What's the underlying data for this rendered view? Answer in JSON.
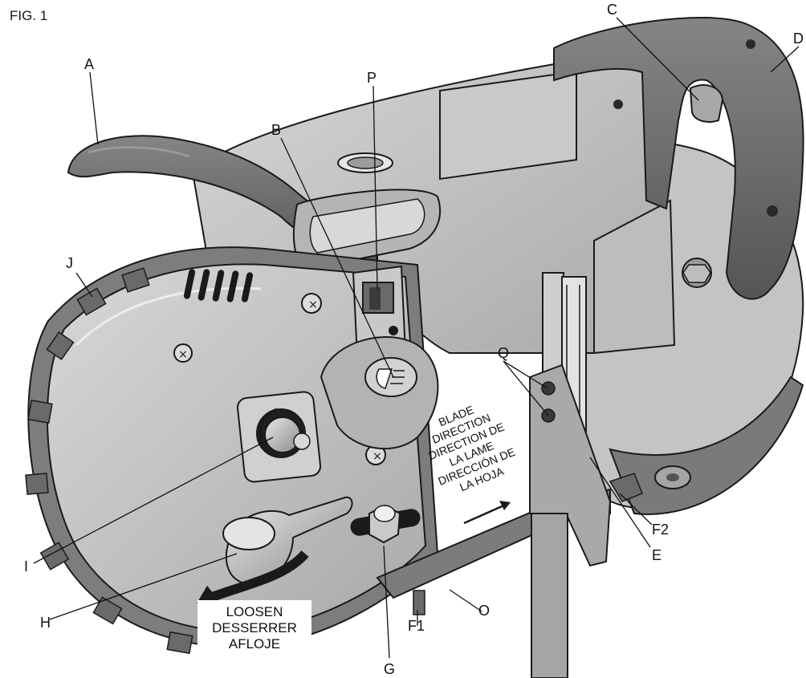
{
  "figure": {
    "title": "FIG. 1"
  },
  "callouts": {
    "A": "A",
    "B": "B",
    "C": "C",
    "D": "D",
    "E": "E",
    "F1": "F1",
    "F2": "F2",
    "G": "G",
    "H": "H",
    "I": "I",
    "J": "J",
    "O": "O",
    "P": "P",
    "Q": "Q"
  },
  "blade_direction": {
    "lines": [
      "BLADE",
      "DIRECTION",
      "DIRECTION DE",
      "LA LAME",
      "DIRECCIÓN DE",
      "LA HOJA"
    ]
  },
  "loosen": {
    "lines": [
      "LOOSEN",
      "DESSERRER",
      "AFLOJE"
    ]
  },
  "colors": {
    "body_gray": "#b9b9b9",
    "body_light": "#d2d2d2",
    "body_dark": "#8f8f8f",
    "grip_gray": "#6f6f6f",
    "blade_gray": "#7c7c7c",
    "outline": "#1a1a1a"
  }
}
